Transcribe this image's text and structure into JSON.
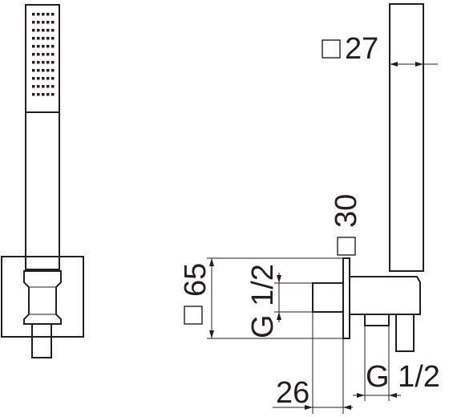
{
  "dimensions": {
    "handle_square": "27",
    "bracket_square": "30",
    "plate_square": "65",
    "inlet_thread": "G 1/2",
    "outlet_thread": "G 1/2",
    "projection": "26"
  },
  "colors": {
    "line": "#231f20",
    "background": "#ffffff"
  }
}
